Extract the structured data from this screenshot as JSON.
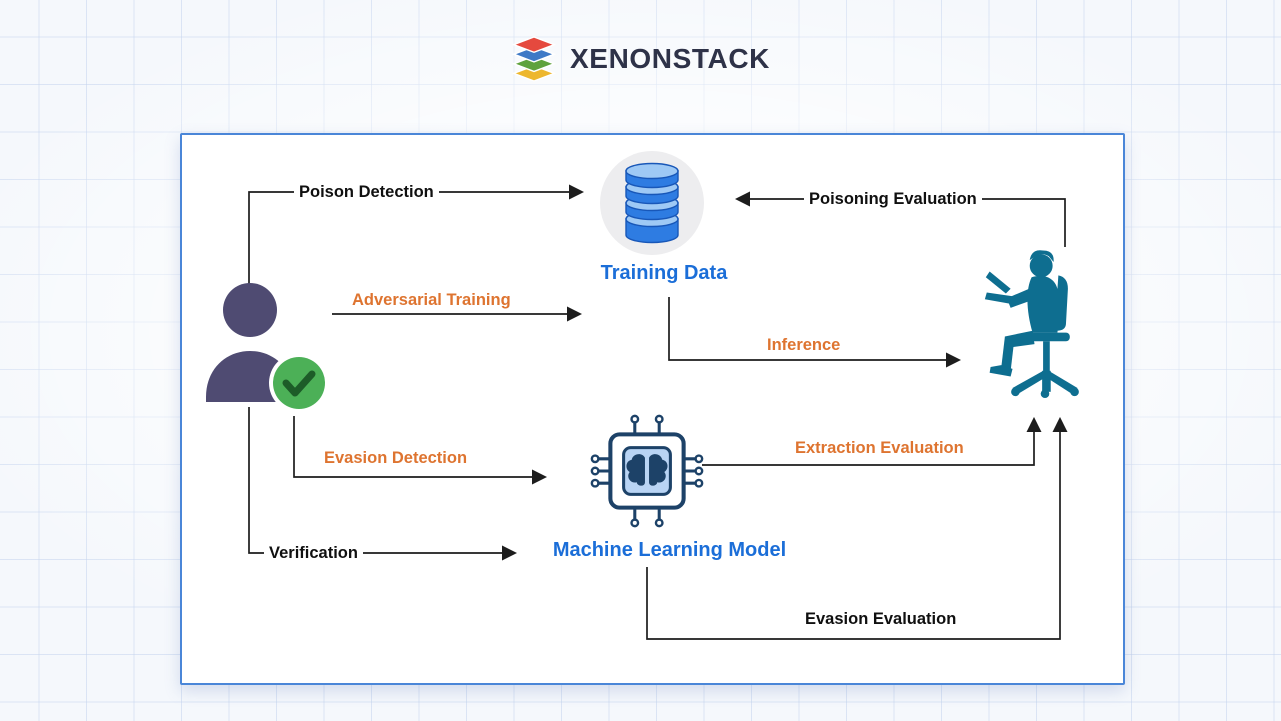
{
  "header": {
    "brand": "XENONSTACK"
  },
  "diagram": {
    "nodes": {
      "training_data": {
        "label": "Training Data"
      },
      "ml_model": {
        "label": "Machine Learning Model"
      }
    },
    "edges": {
      "poison_detection": {
        "label": "Poison Detection",
        "style": "black"
      },
      "adversarial_training": {
        "label": "Adversarial Training",
        "style": "orange"
      },
      "poisoning_evaluation": {
        "label": "Poisoning Evaluation",
        "style": "black"
      },
      "inference": {
        "label": "Inference",
        "style": "orange"
      },
      "evasion_detection": {
        "label": "Evasion Detection",
        "style": "orange"
      },
      "verification": {
        "label": "Verification",
        "style": "black"
      },
      "extraction_evaluation": {
        "label": "Extraction Evaluation",
        "style": "orange"
      },
      "evasion_evaluation": {
        "label": "Evasion Evaluation",
        "style": "black"
      }
    },
    "colors": {
      "node_label_blue": "#1B6ED8",
      "edge_label_orange": "#DE7430",
      "edge_label_black": "#101010",
      "edge_line": "#1D1D1D",
      "panel_border": "#4A86D8",
      "user_purple": "#4F4B72",
      "check_green": "#4CB057",
      "attacker_teal": "#0E6E90",
      "database_blue": "#2E7CE2",
      "chip_navy": "#1D4268",
      "brand_dark": "#2E3248"
    }
  }
}
